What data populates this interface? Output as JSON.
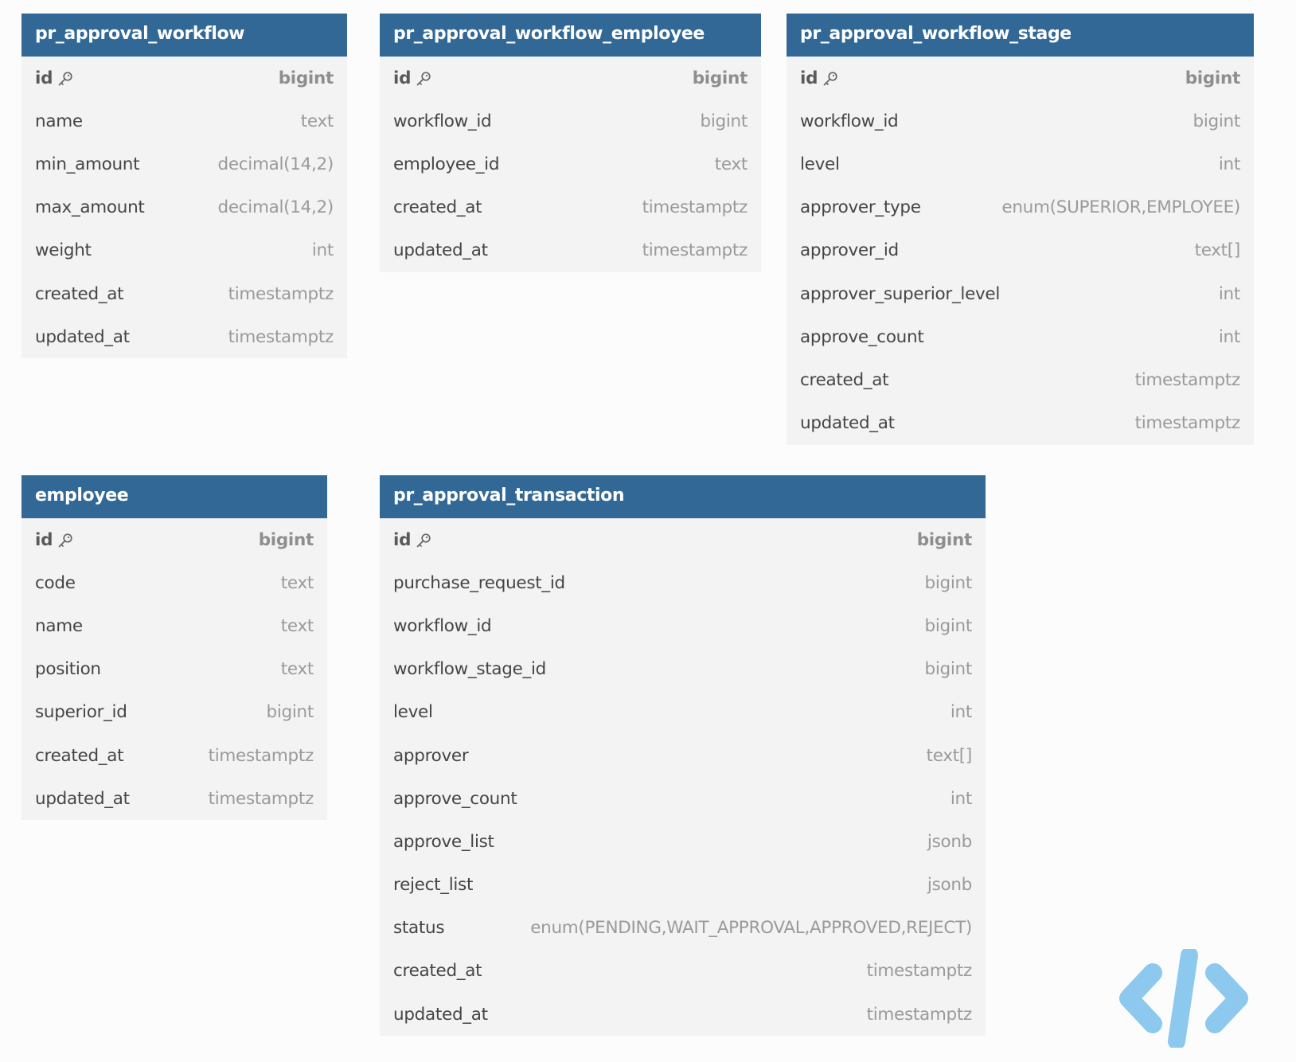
{
  "tables": [
    {
      "name": "pr_approval_workflow",
      "columns": [
        {
          "name": "id",
          "type": "bigint",
          "pk": true
        },
        {
          "name": "name",
          "type": "text"
        },
        {
          "name": "min_amount",
          "type": "decimal(14,2)"
        },
        {
          "name": "max_amount",
          "type": "decimal(14,2)"
        },
        {
          "name": "weight",
          "type": "int"
        },
        {
          "name": "created_at",
          "type": "timestamptz"
        },
        {
          "name": "updated_at",
          "type": "timestamptz"
        }
      ]
    },
    {
      "name": "pr_approval_workflow_employee",
      "columns": [
        {
          "name": "id",
          "type": "bigint",
          "pk": true
        },
        {
          "name": "workflow_id",
          "type": "bigint"
        },
        {
          "name": "employee_id",
          "type": "text"
        },
        {
          "name": "created_at",
          "type": "timestamptz"
        },
        {
          "name": "updated_at",
          "type": "timestamptz"
        }
      ]
    },
    {
      "name": "pr_approval_workflow_stage",
      "columns": [
        {
          "name": "id",
          "type": "bigint",
          "pk": true
        },
        {
          "name": "workflow_id",
          "type": "bigint"
        },
        {
          "name": "level",
          "type": "int"
        },
        {
          "name": "approver_type",
          "type": "enum(SUPERIOR,EMPLOYEE)"
        },
        {
          "name": "approver_id",
          "type": "text[]"
        },
        {
          "name": "approver_superior_level",
          "type": "int"
        },
        {
          "name": "approve_count",
          "type": "int"
        },
        {
          "name": "created_at",
          "type": "timestamptz"
        },
        {
          "name": "updated_at",
          "type": "timestamptz"
        }
      ]
    },
    {
      "name": "employee",
      "columns": [
        {
          "name": "id",
          "type": "bigint",
          "pk": true
        },
        {
          "name": "code",
          "type": "text"
        },
        {
          "name": "name",
          "type": "text"
        },
        {
          "name": "position",
          "type": "text"
        },
        {
          "name": "superior_id",
          "type": "bigint"
        },
        {
          "name": "created_at",
          "type": "timestamptz"
        },
        {
          "name": "updated_at",
          "type": "timestamptz"
        }
      ]
    },
    {
      "name": "pr_approval_transaction",
      "columns": [
        {
          "name": "id",
          "type": "bigint",
          "pk": true
        },
        {
          "name": "purchase_request_id",
          "type": "bigint"
        },
        {
          "name": "workflow_id",
          "type": "bigint"
        },
        {
          "name": "workflow_stage_id",
          "type": "bigint"
        },
        {
          "name": "level",
          "type": "int"
        },
        {
          "name": "approver",
          "type": "text[]"
        },
        {
          "name": "approve_count",
          "type": "int"
        },
        {
          "name": "approve_list",
          "type": "jsonb"
        },
        {
          "name": "reject_list",
          "type": "jsonb"
        },
        {
          "name": "status",
          "type": "enum(PENDING,WAIT_APPROVAL,APPROVED,REJECT)"
        },
        {
          "name": "created_at",
          "type": "timestamptz"
        },
        {
          "name": "updated_at",
          "type": "timestamptz"
        }
      ]
    }
  ],
  "colors": {
    "header": "#316896",
    "body": "#f3f3f3",
    "logo": "#8dc9ee"
  },
  "icons": {
    "primary_key": "key-icon",
    "brand": "code-brackets-logo"
  }
}
